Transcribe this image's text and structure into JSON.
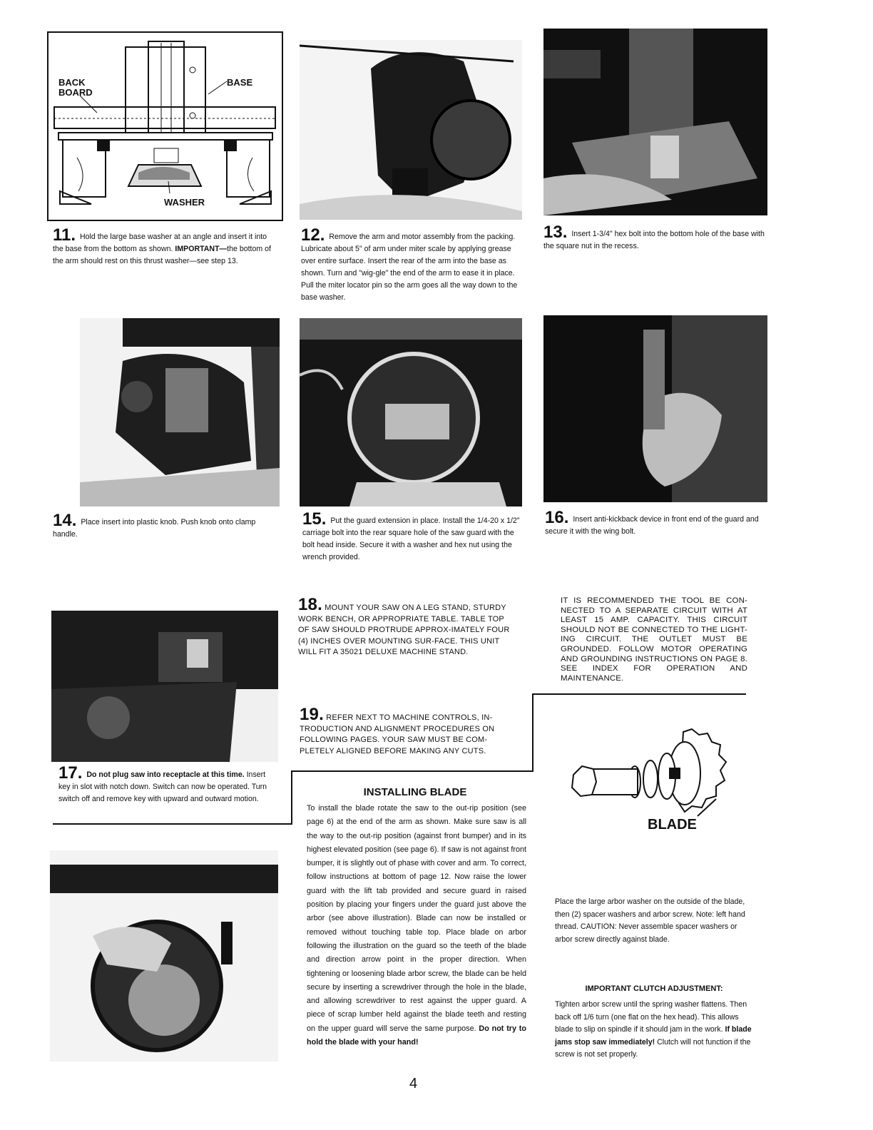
{
  "steps": {
    "s11": {
      "num": "11.",
      "text1": "Hold the large base washer at an angle and insert it into the base from the bottom as shown.",
      "important_label": "IMPORTANT—",
      "text2": "the bottom of the arm should rest on this thrust washer—see step 13."
    },
    "s12": {
      "num": "12.",
      "text": "Remove the arm and motor assembly from the packing. Lubricate about 5\" of arm under miter scale by applying grease over entire surface. Insert the rear of the arm into the base as shown. Turn and \"wig-gle\" the end of the arm to ease it in place. Pull the miter locator pin so the arm goes all the way down to the base washer."
    },
    "s13": {
      "num": "13.",
      "text": "Insert 1-3/4\" hex bolt into the bottom hole of the base with the square nut in the recess."
    },
    "s14": {
      "num": "14.",
      "text": "Place insert into plastic knob. Push knob onto clamp handle."
    },
    "s15": {
      "num": "15.",
      "text": "Put the guard extension in place. Install the 1/4-20 x 1/2\" carriage bolt into the rear square hole of the saw guard with the bolt head inside. Secure it with a washer and hex nut using the wrench provided."
    },
    "s16": {
      "num": "16.",
      "text": "Insert anti-kickback device in front end of the guard and secure it with the wing bolt."
    },
    "s17": {
      "num": "17.",
      "bold": "Do not plug saw into receptacle at this time.",
      "text": "Insert key in slot with notch down. Switch can now be operated. Turn switch off and remove key with upward and outward motion."
    },
    "s18": {
      "num": "18.",
      "text": "MOUNT YOUR SAW ON A LEG STAND, STURDY WORK BENCH, OR APPROPRIATE TABLE. TABLE TOP OF SAW SHOULD PROTRUDE APPROX-IMATELY FOUR (4) INCHES OVER MOUNTING SUR-FACE. THIS UNIT WILL FIT A 35021 DELUXE MACHINE STAND."
    },
    "s19": {
      "num": "19.",
      "text": "REFER NEXT TO MACHINE CONTROLS, IN-TRODUCTION AND ALIGNMENT PROCEDURES ON FOLLOWING PAGES. YOUR SAW MUST BE COM-PLETELY ALIGNED BEFORE MAKING ANY CUTS."
    }
  },
  "circuit_note": "IT IS RECOMMENDED THE TOOL BE CON-NECTED TO A SEPARATE CIRCUIT WITH AT LEAST 15 AMP. CAPACITY. THIS CIRCUIT SHOULD NOT BE CONNECTED TO THE LIGHT-ING CIRCUIT. THE OUTLET MUST BE GROUNDED. FOLLOW MOTOR OPERATING AND GROUNDING INSTRUCTIONS ON PAGE 8. SEE INDEX FOR OPERATION AND MAINTENANCE.",
  "installing_blade": {
    "heading": "INSTALLING BLADE",
    "body": "To install the blade rotate the saw to the out-rip position (see page 6) at the end of the arm as shown. Make sure saw is all the way to the out-rip position (against front bumper) and in its highest elevated position (see page 6). If saw is not against front bumper, it is slightly out of phase with cover and arm. To correct, follow instructions at bottom of page 12. Now raise the lower guard with the lift tab provided and secure guard in raised position by placing your fingers under the guard just above the arbor (see above illustration). Blade can now be installed or removed without touching table top. Place blade on arbor following the illustration on the guard so the teeth of the blade and direction arrow point in the proper direction. When tightening or loosening blade arbor screw, the blade can be held secure by inserting a screwdriver through the hole in the blade, and allowing screwdriver to rest against the upper guard. A piece of scrap lumber held against the blade teeth and resting on the upper guard will serve the same purpose.",
    "bold_end": "Do not try to hold the blade with your hand!"
  },
  "arbor_note": "Place the large arbor washer on the outside of the blade, then (2) spacer washers and arbor screw. Note: left hand thread. CAUTION: Never assemble spacer washers or arbor screw directly against blade.",
  "clutch": {
    "heading": "IMPORTANT CLUTCH ADJUSTMENT:",
    "text1": "Tighten arbor screw until the spring washer flattens. Then back off 1/6 turn (one flat on the hex head). This allows blade to slip on spindle if it should jam in the work.",
    "bold": "If blade jams stop saw immediately!",
    "text2": "Clutch will not function if the screw is not set properly."
  },
  "diagram_labels": {
    "back_board_1": "BACK",
    "back_board_2": "BOARD",
    "base": "BASE",
    "washer": "WASHER",
    "blade": "BLADE"
  },
  "page_number": "4"
}
